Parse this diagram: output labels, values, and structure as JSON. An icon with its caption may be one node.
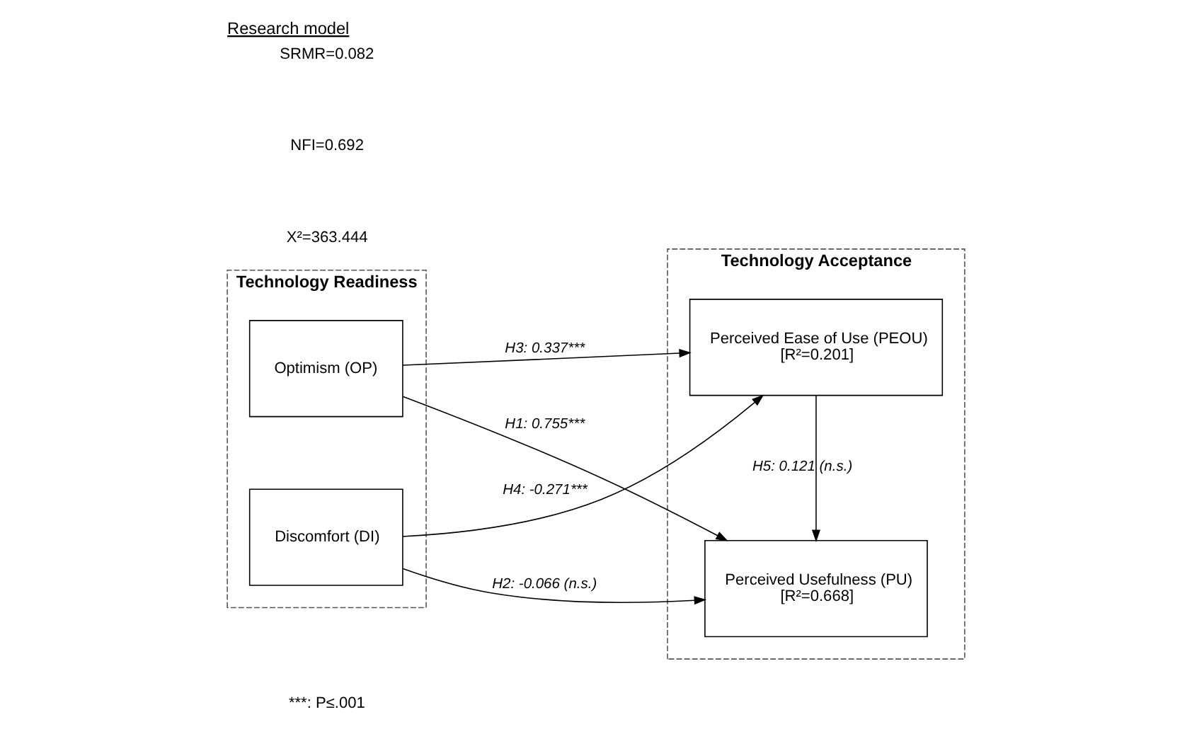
{
  "diagram": {
    "title": "Research model",
    "nodes": [
      {
        "text": [
          "Technology Readiness"
        ]
      },
      {
        "text": [
          "Optimism (OP)"
        ],
        "in": 0
      },
      {
        "text": [
          "Discomfort (DI)"
        ],
        "in": 0
      },
      {
        "text": [
          "Technology Acceptance"
        ]
      },
      {
        "text": [
          "Perceived Usefulness (PU)",
          "[R²=0.668]"
        ],
        "in": 3
      },
      {
        "text": [
          "Perceived Ease of Use (PEOU)",
          "[R²=0.201]"
        ],
        "in": 3
      }
    ],
    "edges": [
      {
        "from": 1,
        "to": 4,
        "arrow": "to",
        "label": "H1: 0.755***"
      },
      {
        "from": 1,
        "to": 5,
        "arrow": "to",
        "label": "H3: 0.337***"
      },
      {
        "from": 2,
        "to": 4,
        "arrow": "to",
        "label": "H2: -0.066 (n.s.)"
      },
      {
        "from": 2,
        "to": 5,
        "arrow": "to",
        "label": "H4: -0.271***"
      },
      {
        "from": 5,
        "to": 4,
        "arrow": "to",
        "label": "H5: 0.121 (n.s.)"
      }
    ],
    "labels": [
      "X²=363.444",
      "NFI=0.692",
      "SRMR=0.082",
      "***: P≤.001"
    ]
  }
}
